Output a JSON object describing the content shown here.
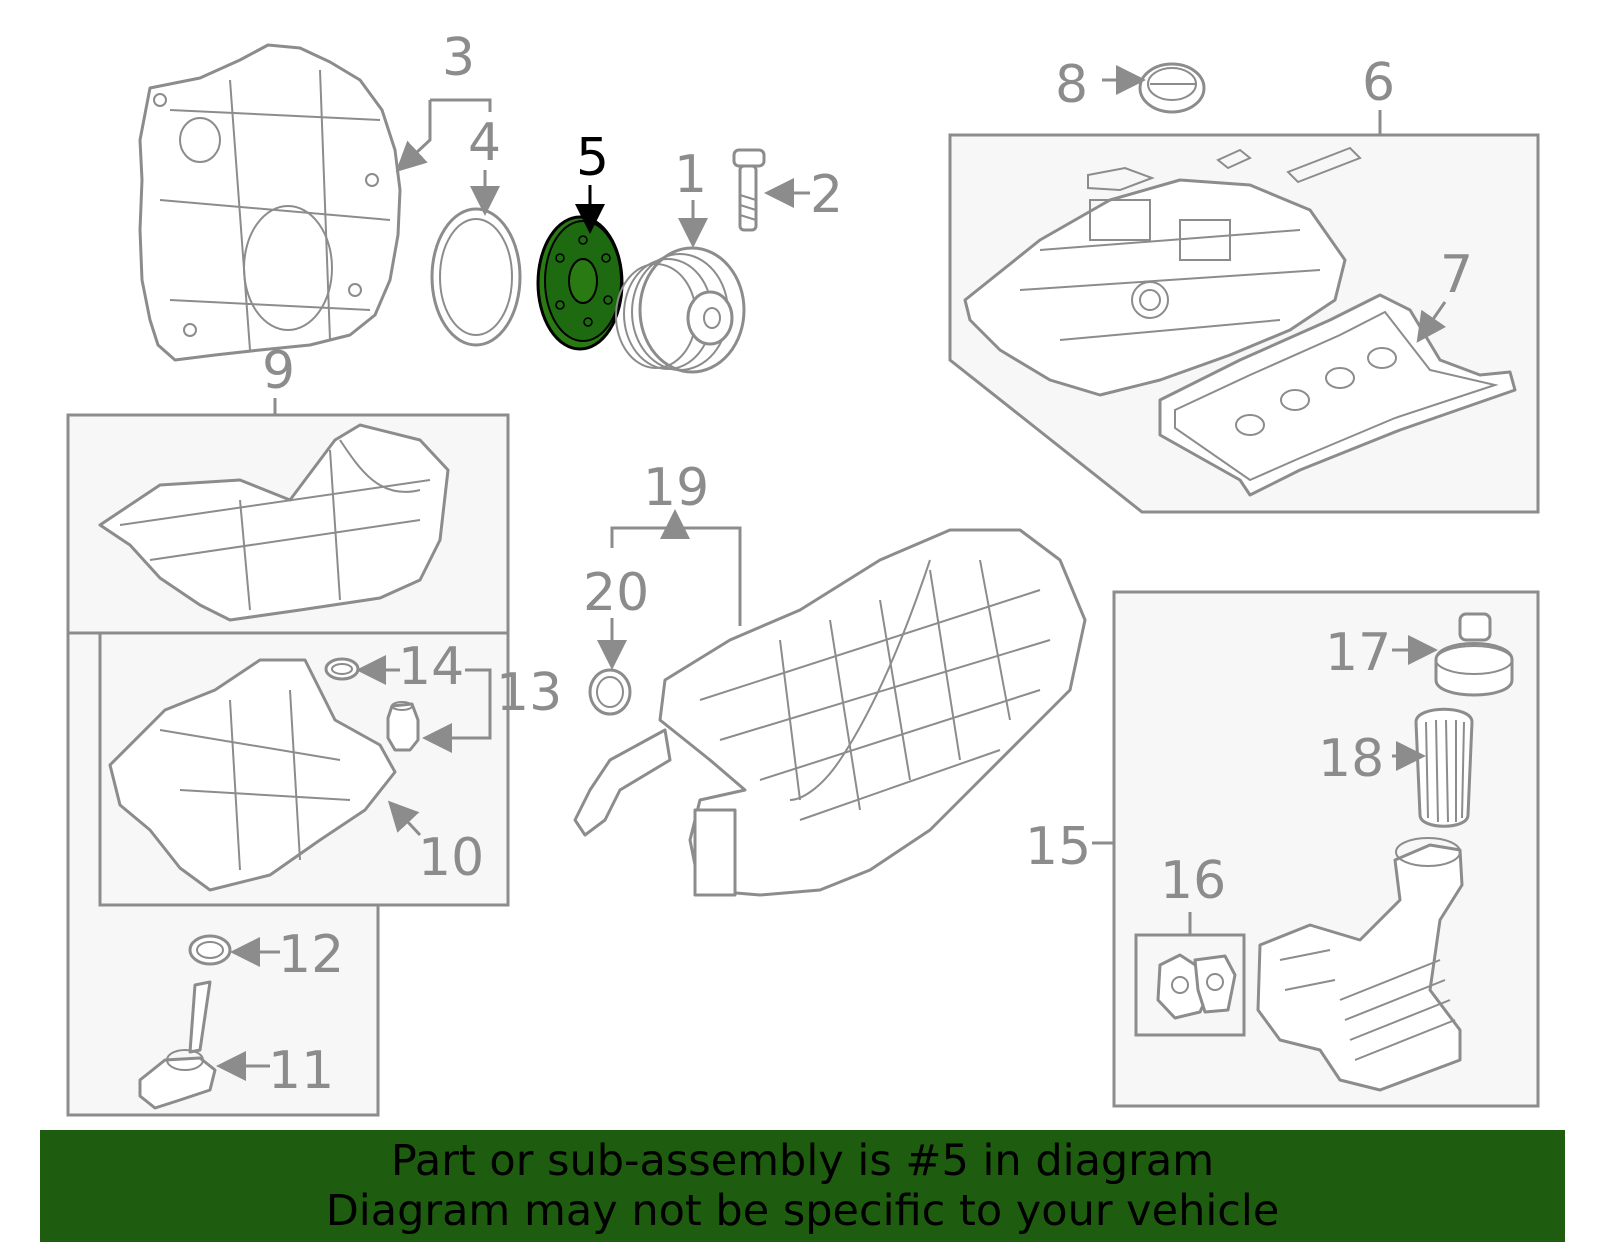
{
  "colors": {
    "line_gray": "#8c8c8c",
    "box_fill": "#f7f7f7",
    "highlight_green": "#1e5c0f",
    "highlight_part": "#2a7a14",
    "banner_green": "#1e5c0f"
  },
  "highlighted_part": "5",
  "callouts": {
    "p1": "1",
    "p2": "2",
    "p3": "3",
    "p4": "4",
    "p5": "5",
    "p6": "6",
    "p7": "7",
    "p8": "8",
    "p9": "9",
    "p10": "10",
    "p11": "11",
    "p12": "12",
    "p13": "13",
    "p14": "14",
    "p15": "15",
    "p16": "16",
    "p17": "17",
    "p18": "18",
    "p19": "19",
    "p20": "20"
  },
  "banner": {
    "line1": "Part or sub-assembly is #5 in diagram",
    "line2": "Diagram may not be specific to your vehicle"
  }
}
